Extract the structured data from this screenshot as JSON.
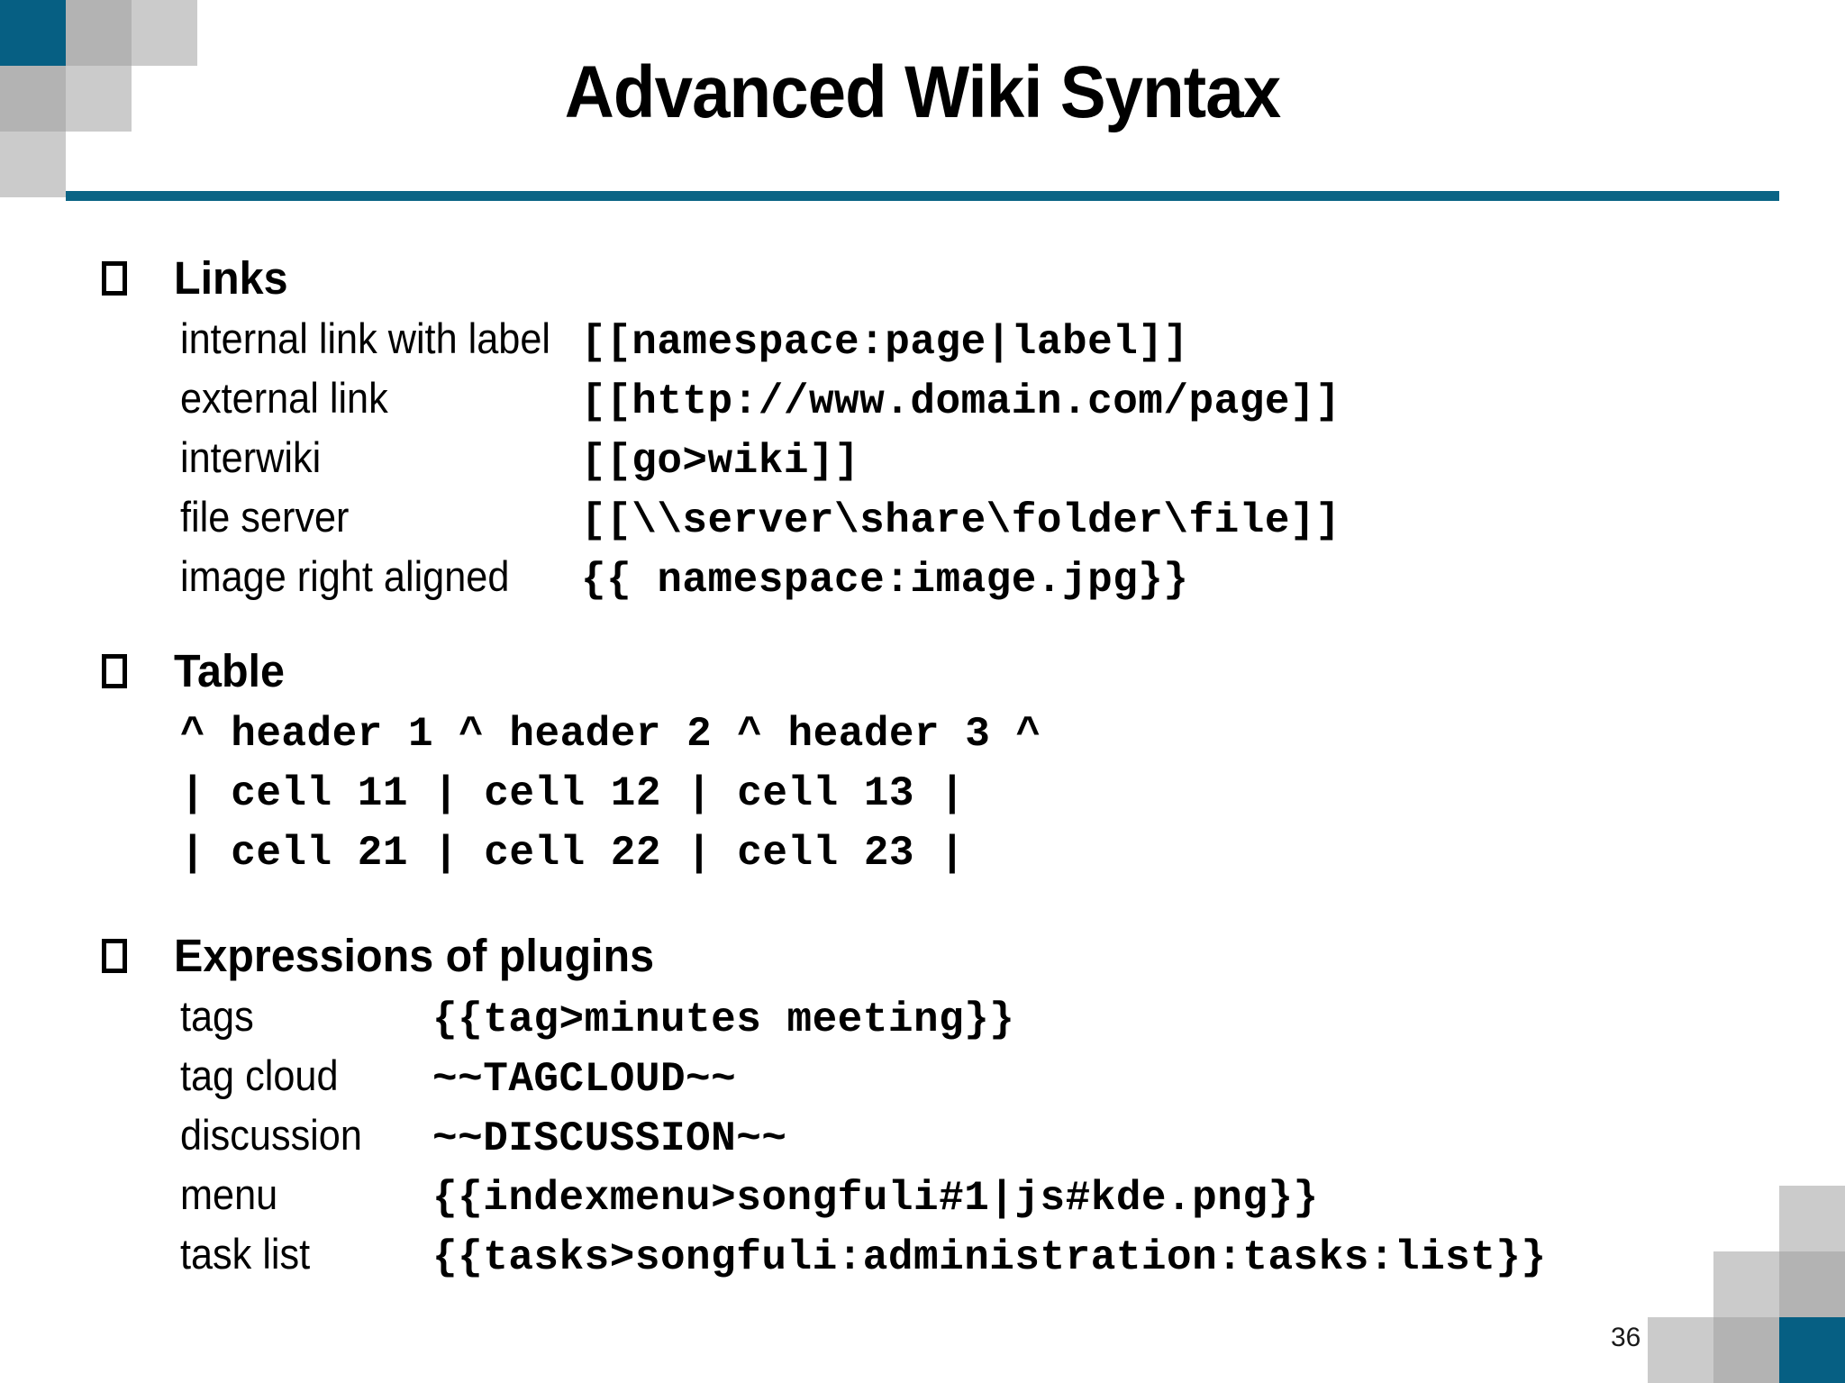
{
  "slide": {
    "title": "Advanced Wiki Syntax",
    "page_number": "36",
    "accent_color": "#065F83",
    "divider_color": "#0A6485",
    "gray_mid": "#B3B3B3",
    "gray_light": "#CBCBCB"
  },
  "sections": [
    {
      "heading": "Links",
      "rows": [
        {
          "label": "internal link with label",
          "code": "[[namespace:page|label]]"
        },
        {
          "label": "external link",
          "code": "[[http://www.domain.com/page]]"
        },
        {
          "label": "interwiki",
          "code": "[[go>wiki]]"
        },
        {
          "label": "file server",
          "code": "[[\\\\server\\share\\folder\\file]]"
        },
        {
          "label": "image right aligned",
          "code": "{{ namespace:image.jpg}}"
        }
      ]
    },
    {
      "heading": "Table",
      "code_lines": [
        "^ header 1 ^ header 2 ^ header 3 ^",
        "| cell 11 | cell 12 | cell 13 |",
        "| cell 21 | cell 22 | cell 23 |"
      ]
    },
    {
      "heading": "Expressions of plugins",
      "rows": [
        {
          "label": "tags",
          "code": "{{tag>minutes meeting}}"
        },
        {
          "label": "tag cloud",
          "code": "~~TAGCLOUD~~"
        },
        {
          "label": "discussion",
          "code": "~~DISCUSSION~~"
        },
        {
          "label": "menu",
          "code": "{{indexmenu>songfuli#1|js#kde.png}}"
        },
        {
          "label": "task list",
          "code": "{{tasks>songfuli:administration:tasks:list}}"
        }
      ]
    }
  ]
}
